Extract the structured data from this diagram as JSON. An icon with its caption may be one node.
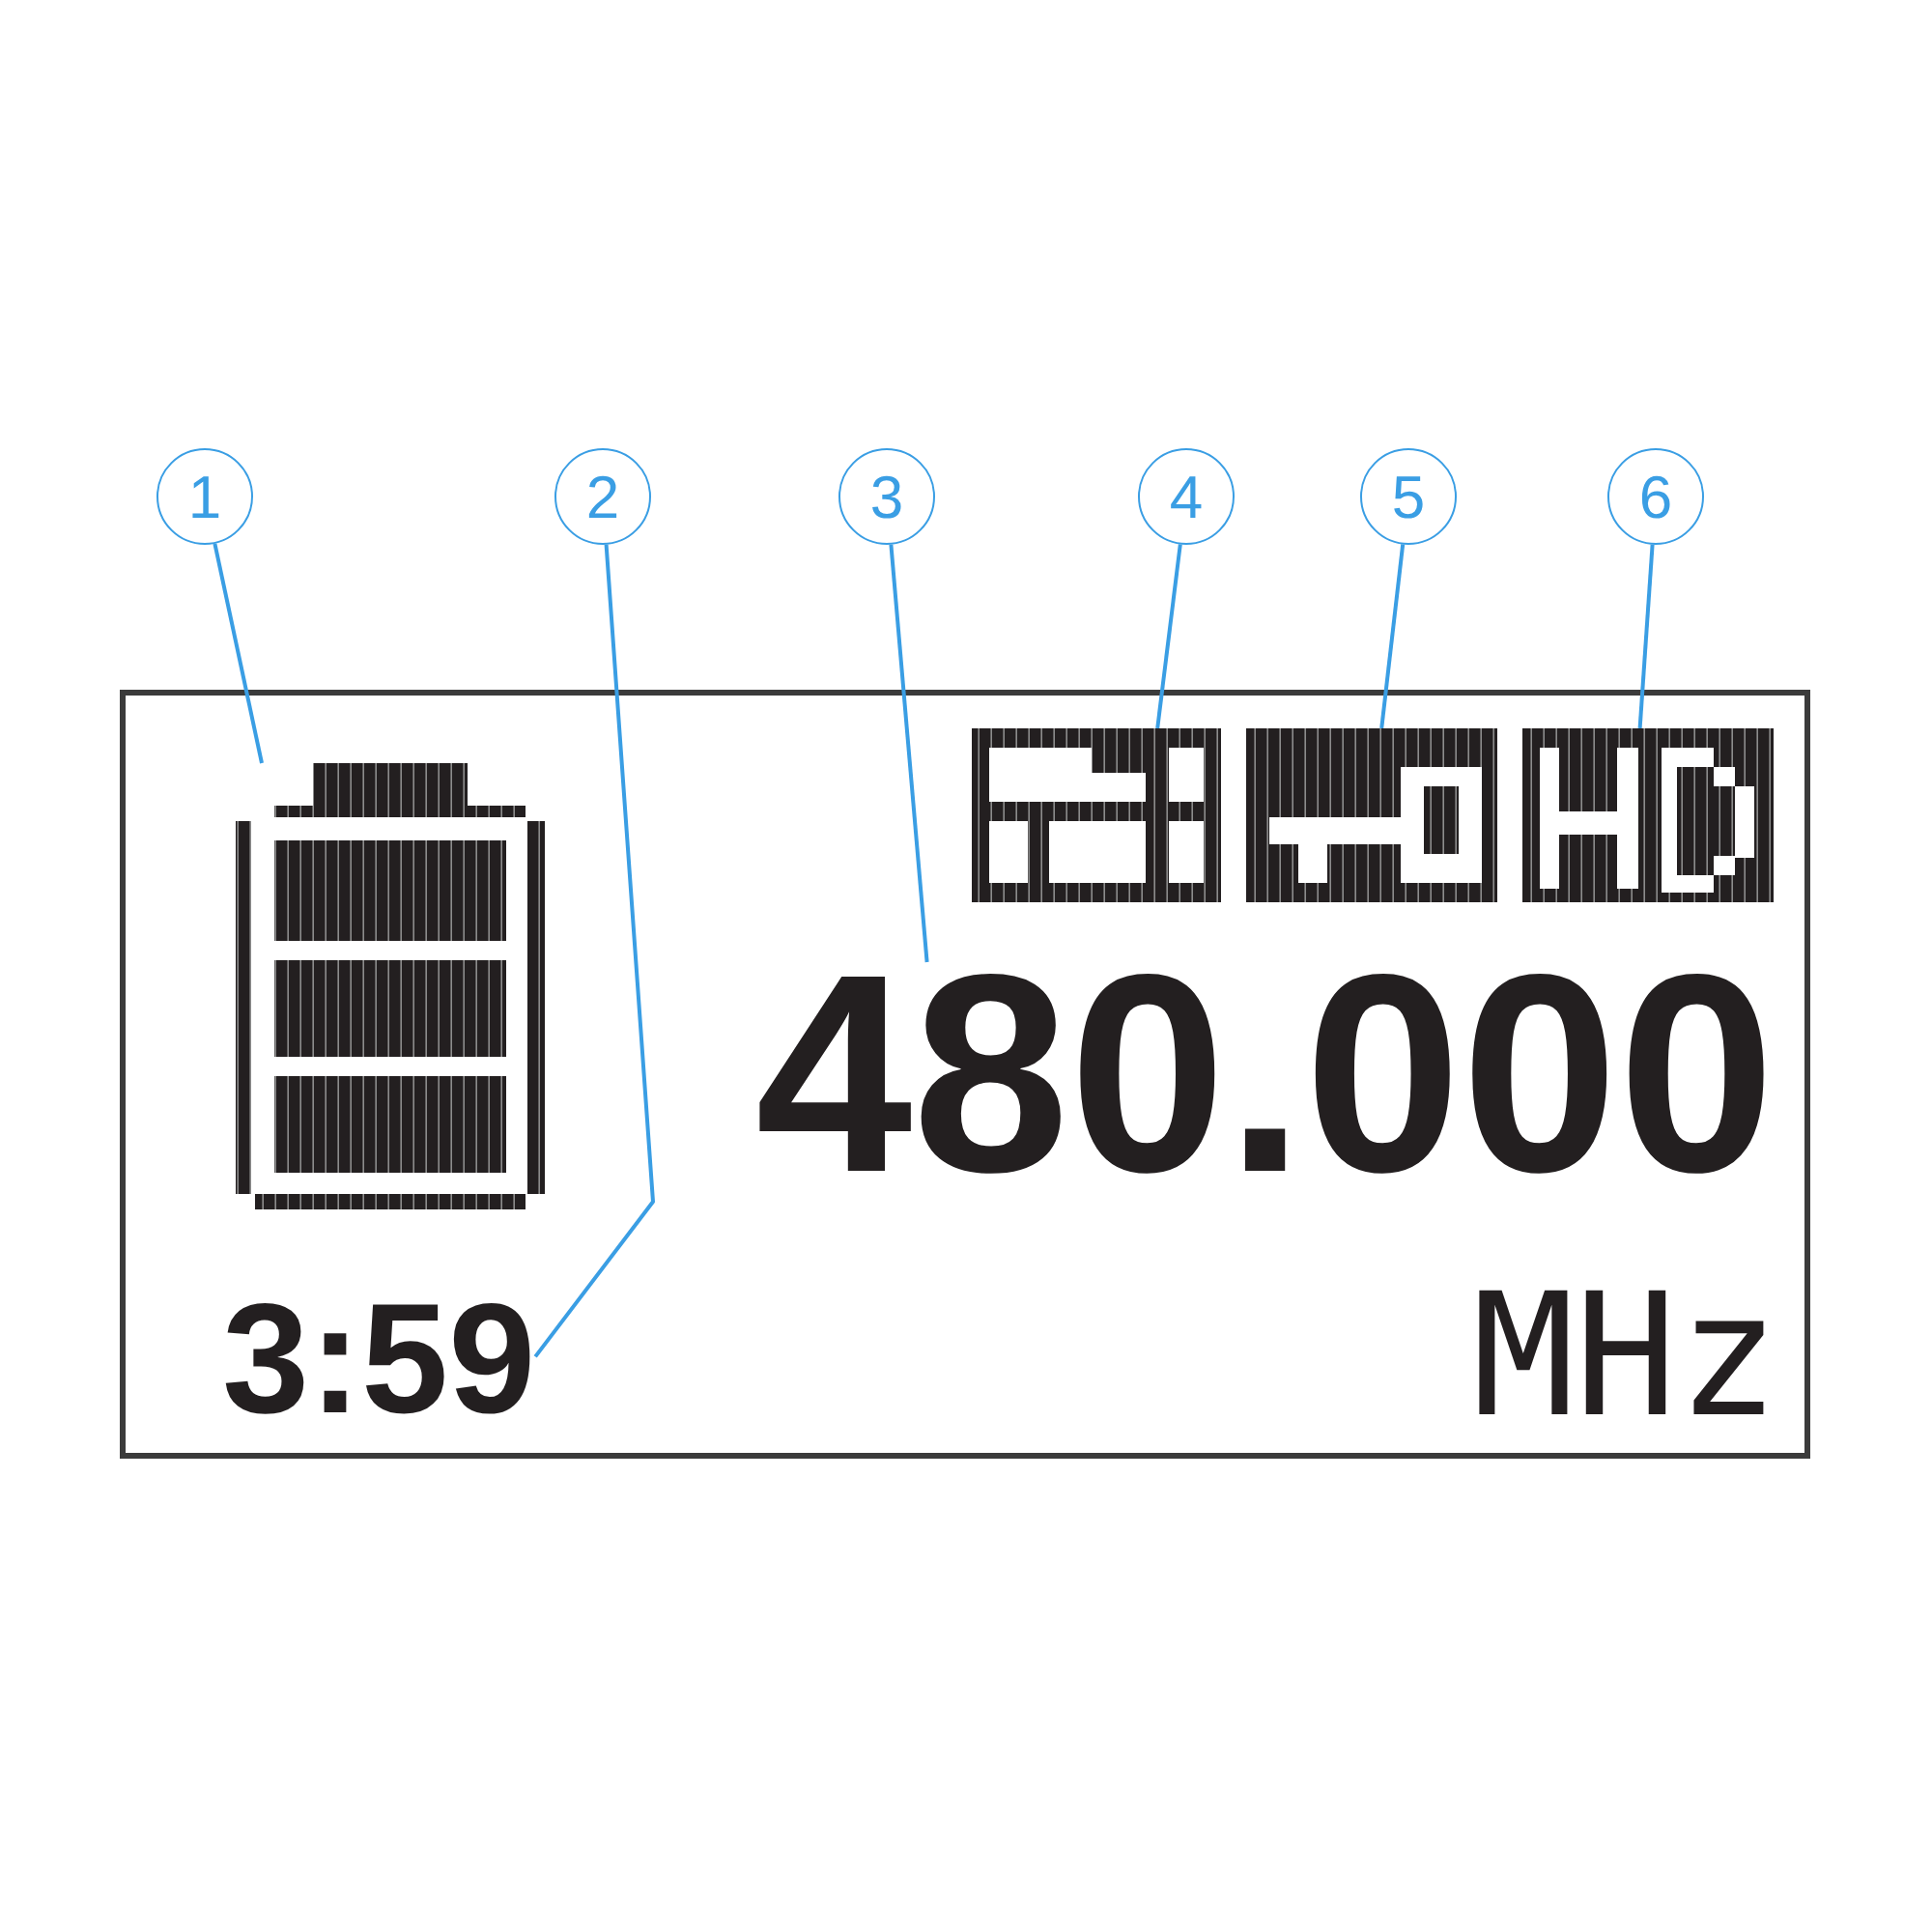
{
  "diagram": {
    "nodes": [
      {
        "text": [
          "1"
        ]
      },
      {
        "text": [
          "2"
        ]
      },
      {
        "text": [
          "3"
        ]
      },
      {
        "text": [
          "4"
        ]
      },
      {
        "text": [
          "5"
        ]
      },
      {
        "text": [
          "6"
        ]
      },
      {
        "text": [],
        "shape": "box"
      },
      {
        "text": [],
        "shape": "picture",
        "in": 6
      },
      {
        "text": [],
        "shape": "picture",
        "in": 6
      },
      {
        "text": [],
        "shape": "picture",
        "in": 6
      },
      {
        "text": [],
        "shape": "picture",
        "in": 6
      },
      {
        "text": [
          "480.000"
        ],
        "in": 6
      },
      {
        "text": [
          "3:59"
        ],
        "in": 6
      }
    ],
    "edges": [
      {
        "from": 0,
        "to": 7,
        "arrow": "none"
      },
      {
        "from": 1,
        "to": 12,
        "arrow": "none"
      },
      {
        "from": 2,
        "to": 11,
        "arrow": "none"
      },
      {
        "from": 3,
        "to": 8,
        "arrow": "none"
      },
      {
        "from": 4,
        "to": 9,
        "arrow": "none"
      },
      {
        "from": 5,
        "to": 10,
        "arrow": "none"
      }
    ],
    "labels": [
      "MHz"
    ]
  }
}
